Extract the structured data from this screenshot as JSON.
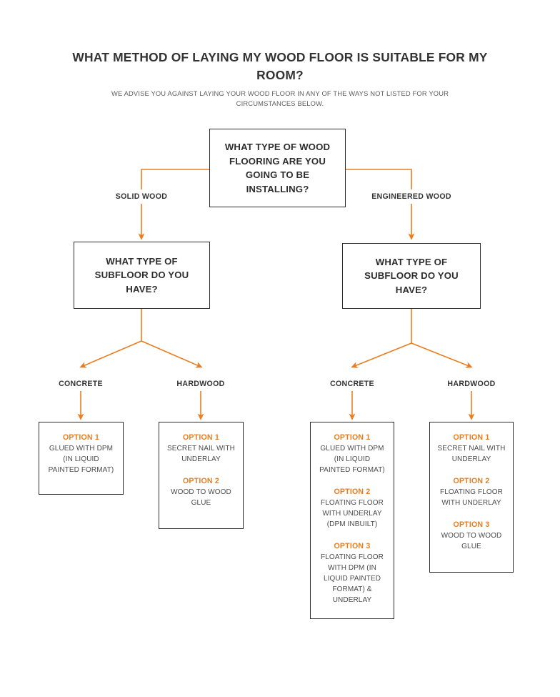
{
  "header": {
    "title": "WHAT METHOD OF LAYING MY WOOD FLOOR IS SUITABLE FOR MY ROOM?",
    "subtitle": "WE ADVISE YOU AGAINST LAYING YOUR WOOD FLOOR IN ANY OF THE WAYS NOT LISTED FOR YOUR CIRCUMSTANCES BELOW."
  },
  "colors": {
    "accent": "#ea7d20",
    "box_border": "#2b2b2b",
    "text": "#3a3a3a",
    "background": "#ffffff"
  },
  "flowchart": {
    "root": {
      "text": "WHAT TYPE OF WOOD FLOORING ARE YOU GOING TO BE INSTALLING?"
    },
    "branches": [
      {
        "label": "SOLID WOOD",
        "question": "WHAT TYPE OF SUBFLOOR DO YOU HAVE?",
        "children": [
          {
            "label": "CONCRETE",
            "options": [
              {
                "title": "OPTION 1",
                "desc": "GLUED WITH DPM\n(IN LIQUID\nPAINTED FORMAT)"
              }
            ]
          },
          {
            "label": "HARDWOOD",
            "options": [
              {
                "title": "OPTION 1",
                "desc": "SECRET NAIL WITH\nUNDERLAY"
              },
              {
                "title": "OPTION 2",
                "desc": "WOOD TO WOOD\nGLUE"
              }
            ]
          }
        ]
      },
      {
        "label": "ENGINEERED WOOD",
        "question": "WHAT TYPE OF SUBFLOOR DO YOU HAVE?",
        "children": [
          {
            "label": "CONCRETE",
            "options": [
              {
                "title": "OPTION 1",
                "desc": "GLUED WITH DPM\n(IN LIQUID\nPAINTED FORMAT)"
              },
              {
                "title": "OPTION 2",
                "desc": "FLOATING FLOOR\nWITH UNDERLAY\n(DPM INBUILT)"
              },
              {
                "title": "OPTION 3",
                "desc": "FLOATING FLOOR\nWITH DPM (IN\nLIQUID PAINTED\nFORMAT) &\nUNDERLAY"
              }
            ]
          },
          {
            "label": "HARDWOOD",
            "options": [
              {
                "title": "OPTION 1",
                "desc": "SECRET NAIL WITH\nUNDERLAY"
              },
              {
                "title": "OPTION 2",
                "desc": "FLOATING FLOOR\nWITH UNDERLAY"
              },
              {
                "title": "OPTION 3",
                "desc": "WOOD TO WOOD\nGLUE"
              }
            ]
          }
        ]
      }
    ]
  }
}
